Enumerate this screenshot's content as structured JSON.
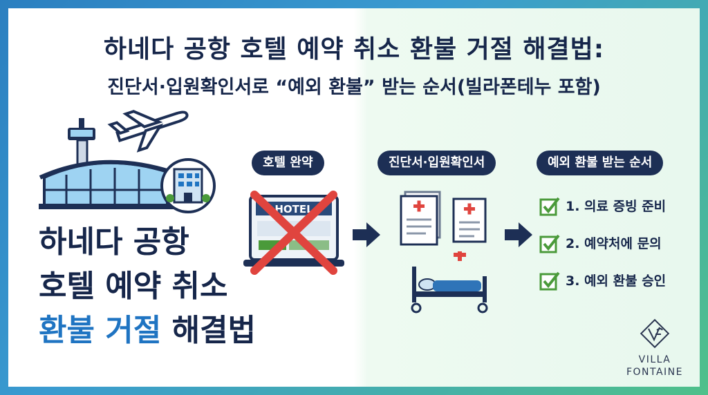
{
  "title_line1": "하네다 공항 호텔 예약 취소 환불 거절 해결법:",
  "title_line2": "진단서·입원확인서로 “예외 환불” 받는 순서(빌라폰테누 포함)",
  "big_line1": "하네다 공항",
  "big_line2": "호텔 예약 취소",
  "big_line3_highlight": "환불 거절",
  "big_line3_rest": "해결법",
  "step_labels": [
    "호텔 완약",
    "진단서·입원확인서",
    "예외 환불 받는 순서"
  ],
  "hotel_sign": "HOTEL",
  "checklist": [
    "1. 의료 증빙 준비",
    "2. 예약처에 문의",
    "3. 예외 환불 승인"
  ],
  "brand_line1": "VILLA",
  "brand_line2": "FONTAINE",
  "colors": {
    "navy": "#16264a",
    "accent_blue": "#1f74c2",
    "pill_bg": "#1d2f55",
    "check_green": "#4a9a3a",
    "cross_red": "#e0443e"
  }
}
